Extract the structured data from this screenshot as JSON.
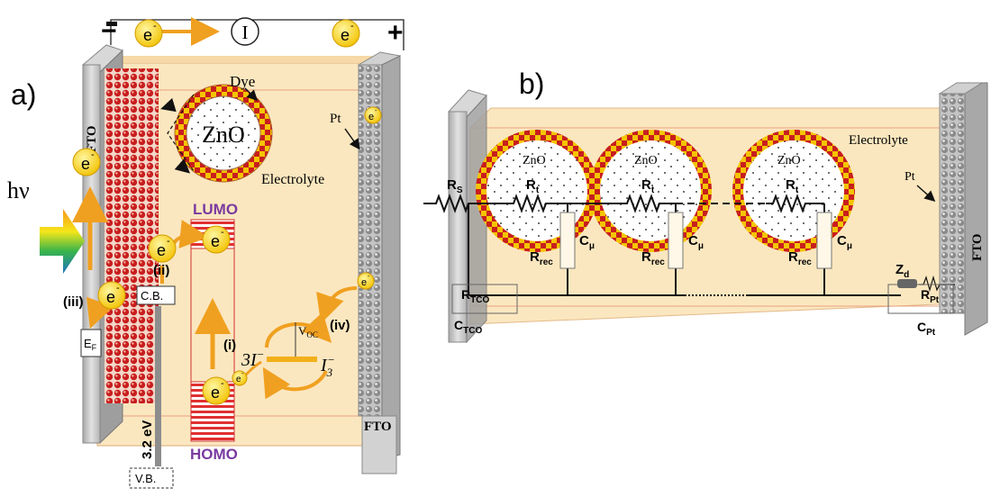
{
  "panel_a": {
    "label": "a)",
    "minus_sign": "−",
    "plus_sign": "+",
    "electron": "e",
    "electron_sup": "-",
    "current_symbol": "I",
    "fto_left": "FTO",
    "fto_right": "FTO",
    "pt": "Pt",
    "dye": "Dye",
    "zno": "ZnO",
    "electrolyte": "Electrolyte",
    "hv": "hν",
    "lumo": "LUMO",
    "homo": "HOMO",
    "cb": "C.B.",
    "vb": "V.B.",
    "ef": "EF",
    "ef_main": "E",
    "ef_sub": "F",
    "bandgap": "3.2 eV",
    "steps": {
      "i": "(i)",
      "ii": "(ii)",
      "iii": "(iii)",
      "iv": "(iv)"
    },
    "voc": "VOC",
    "voc_main": "V",
    "voc_sub": "OC",
    "iodide": "3I",
    "iodide_sup": "−",
    "triiodide": "I",
    "triiodide_sub": "3",
    "triiodide_sup": "−"
  },
  "panel_b": {
    "label": "b)",
    "electrolyte": "Electrolyte",
    "pt": "Pt",
    "fto": "FTO",
    "zno": "ZnO",
    "rs": {
      "main": "R",
      "sub": "S"
    },
    "rt": {
      "main": "R",
      "sub": "t"
    },
    "rrec": {
      "main": "R",
      "sub": "rec"
    },
    "cmu": {
      "main": "C",
      "sub": "μ"
    },
    "rtco": {
      "main": "R",
      "sub": "TCO"
    },
    "ctco": {
      "main": "C",
      "sub": "TCO"
    },
    "zd": {
      "main": "Z",
      "sub": "d"
    },
    "rpt": {
      "main": "R",
      "sub": "Pt"
    },
    "cpt": {
      "main": "C",
      "sub": "Pt"
    }
  },
  "colors": {
    "electrolyte_fill": "#fbe7bf",
    "electron_fill": "#f7d000",
    "arrow_orange": "#f0a020",
    "homo_lumo_red": "#e03030",
    "label_purple": "#7a3aa0",
    "zno_red": "#c81e1e",
    "zno_yellow": "#f5c400"
  }
}
